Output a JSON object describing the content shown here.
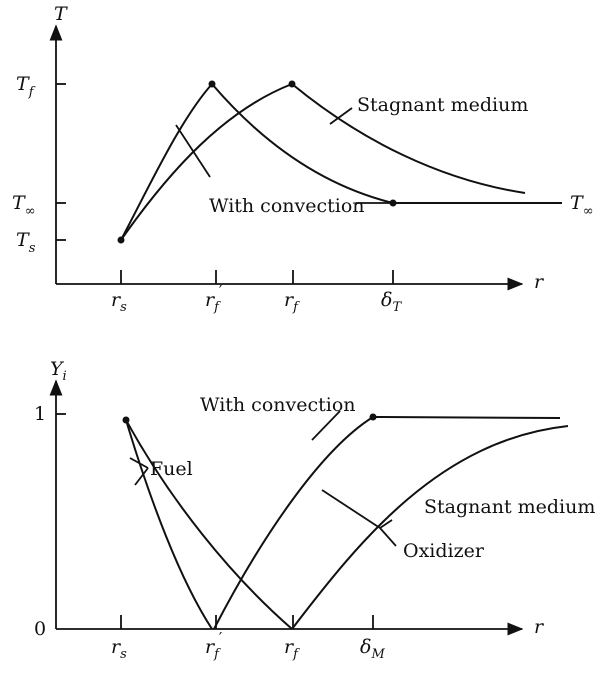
{
  "top": {
    "y_axis": "T",
    "x_axis": "r",
    "y_levels": {
      "t_f": "T",
      "t_f_sub": "f",
      "t_inf": "T",
      "t_inf_sub": "∞",
      "t_s": "T",
      "t_s_sub": "s"
    },
    "right_label": {
      "main": "T",
      "sub": "∞"
    },
    "x_ticks": [
      {
        "main": "r",
        "sub": "s",
        "prime": ""
      },
      {
        "main": "r",
        "sub": "f",
        "prime": "′"
      },
      {
        "main": "r",
        "sub": "f",
        "prime": ""
      },
      {
        "main": "δ",
        "sub": "T",
        "prime": ""
      }
    ],
    "labels": {
      "stagnant": "Stagnant medium",
      "convection": "With convection"
    }
  },
  "bottom": {
    "y_axis": {
      "main": "Y",
      "sub": "i"
    },
    "x_axis": "r",
    "y_ticks": {
      "one": "1",
      "zero": "0"
    },
    "x_ticks": [
      {
        "main": "r",
        "sub": "s",
        "prime": ""
      },
      {
        "main": "r",
        "sub": "f",
        "prime": "′"
      },
      {
        "main": "r",
        "sub": "f",
        "prime": ""
      },
      {
        "main": "δ",
        "sub": "M",
        "prime": ""
      }
    ],
    "labels": {
      "convection": "With convection",
      "fuel": "Fuel",
      "stagnant": "Stagnant medium",
      "oxidizer": "Oxidizer"
    }
  }
}
